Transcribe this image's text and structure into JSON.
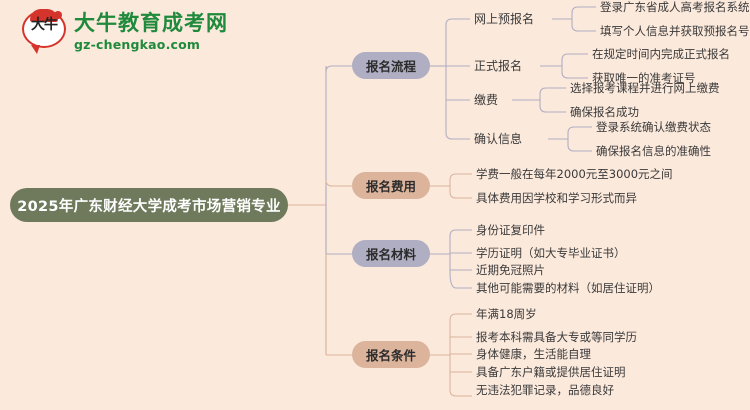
{
  "brand": {
    "logo_icon": "speech-bubble-logo-icon",
    "logo_mark_text": "大牛",
    "name": "大牛教育成考网",
    "domain": "gz-chengkao.com"
  },
  "colors": {
    "background": "#fbe9dc",
    "root_node": "#6f7a5c",
    "branch_purple": "#b0aec2",
    "branch_tan": "#dcb49c",
    "brand_green": "#1f8a3b",
    "brand_red": "#d4342b",
    "text": "#3a3a3a"
  },
  "mindmap": {
    "root": "2025年广东财经大学成考市场营销专业",
    "branches": [
      {
        "label": "报名流程",
        "color": "#b0aec2",
        "children": [
          {
            "label": "网上预报名",
            "items": [
              "登录广东省成人高考报名系统",
              "填写个人信息并获取预报名号"
            ]
          },
          {
            "label": "正式报名",
            "items": [
              "在规定时间内完成正式报名",
              "获取唯一的准考证号"
            ]
          },
          {
            "label": "缴费",
            "items": [
              "选择报考课程并进行网上缴费",
              "确保报名成功"
            ]
          },
          {
            "label": "确认信息",
            "items": [
              "登录系统确认缴费状态",
              "确保报名信息的准确性"
            ]
          }
        ]
      },
      {
        "label": "报名费用",
        "color": "#dcb49c",
        "children": [],
        "items": [
          "学费一般在每年2000元至3000元之间",
          "具体费用因学校和学习形式而异"
        ]
      },
      {
        "label": "报名材料",
        "color": "#b0aec2",
        "children": [],
        "items": [
          "身份证复印件",
          "学历证明（如大专毕业证书）",
          "近期免冠照片",
          "其他可能需要的材料（如居住证明）"
        ]
      },
      {
        "label": "报名条件",
        "color": "#dcb49c",
        "children": [],
        "items": [
          "年满18周岁",
          "报考本科需具备大专或等同学历",
          "身体健康，生活能自理",
          "具备广东户籍或提供居住证明",
          "无违法犯罪记录，品德良好"
        ]
      }
    ]
  }
}
